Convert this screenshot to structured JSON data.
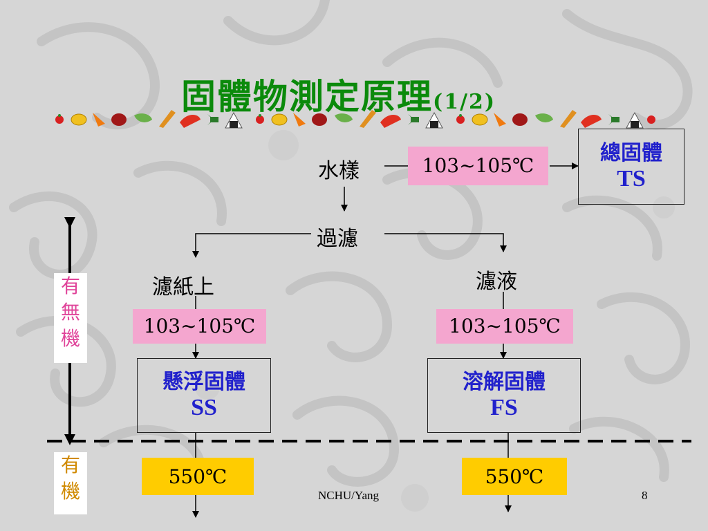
{
  "slide": {
    "title": "固體物測定原理",
    "title_suffix": "(1/2)",
    "page_number": "8",
    "author": "NCHU/Yang"
  },
  "flow": {
    "sample": "水樣",
    "filter": "過濾",
    "on_filter_paper": "濾紙上",
    "filtrate": "濾液",
    "temp_total": "103~105℃",
    "temp_left": "103~105℃",
    "temp_right": "103~105℃",
    "ignite_left": "550℃",
    "ignite_right": "550℃"
  },
  "results": {
    "total": {
      "cn": "總固體",
      "en": "TS"
    },
    "suspended": {
      "cn": "懸浮固體",
      "en": "SS"
    },
    "dissolved": {
      "cn": "溶解固體",
      "en": "FS"
    }
  },
  "side_labels": {
    "upper": [
      "有",
      "無",
      "機"
    ],
    "lower": [
      "有",
      "機"
    ]
  },
  "colors": {
    "title": "#0b8a0b",
    "result_text": "#2121cc",
    "temp_box": "#f4a6cf",
    "ignite_box": "#ffcc00",
    "upper_side_text": "#e0449a",
    "lower_side_text": "#d08a00"
  }
}
